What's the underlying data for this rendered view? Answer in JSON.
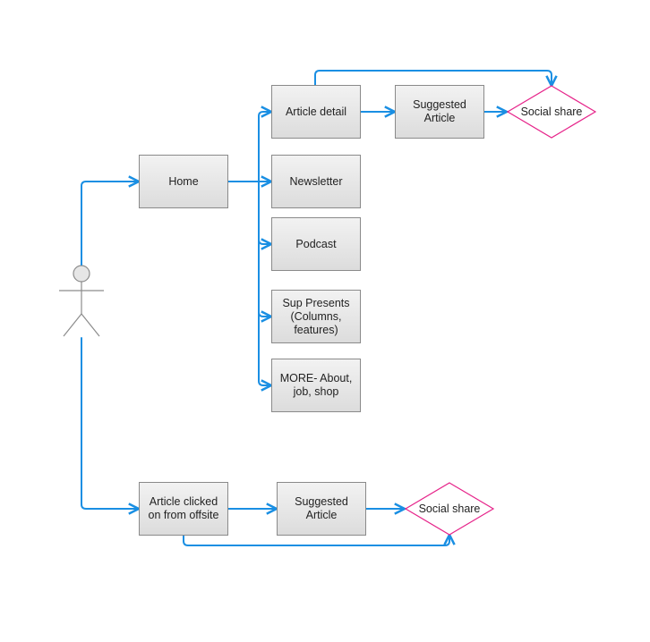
{
  "diagram": {
    "nodes": {
      "home": "Home",
      "article_detail": "Article detail",
      "suggested_article_top": "Suggested Article",
      "social_share_top": "Social share",
      "newsletter": "Newsletter",
      "podcast": "Podcast",
      "sup_presents": "Sup Presents (Columns, features)",
      "more": "MORE- About, job, shop",
      "article_offsite": "Article clicked on from offsite",
      "suggested_article_bottom": "Suggested Article",
      "social_share_bottom": "Social share"
    },
    "colors": {
      "connector": "#1a8fe3",
      "decision_border": "#e6248a",
      "actor": "#8c8c8c"
    }
  }
}
